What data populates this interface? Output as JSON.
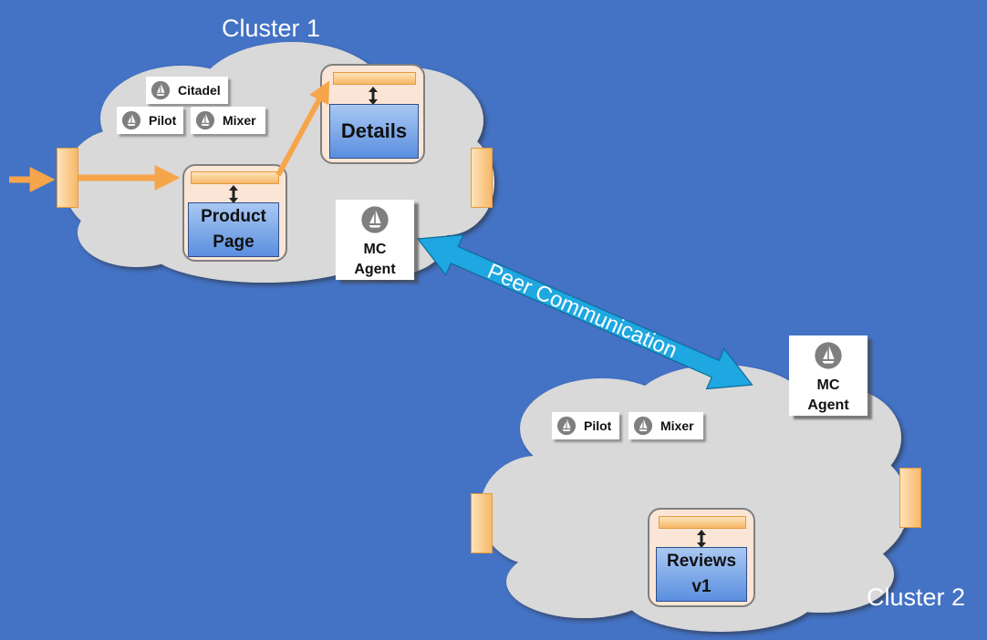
{
  "clusters": [
    {
      "title": "Cluster 1",
      "components": {
        "citadel": "Citadel",
        "pilot": "Pilot",
        "mixer": "Mixer"
      },
      "services": {
        "product_page": [
          "Product",
          "Page"
        ],
        "details": "Details"
      },
      "agent": [
        "MC",
        "Agent"
      ]
    },
    {
      "title": "Cluster 2",
      "components": {
        "pilot": "Pilot",
        "mixer": "Mixer"
      },
      "services": {
        "reviews": [
          "Reviews",
          "v1"
        ]
      },
      "agent": [
        "MC",
        "Agent"
      ]
    }
  ],
  "peer_link": {
    "label": "Peer Communication"
  },
  "colors": {
    "background": "#4472c4",
    "cloud": "#d9d9d9",
    "traffic_arrow": "#f7a54a",
    "peer_arrow": "#1ea7e1",
    "service_box": "#5a8fdf",
    "pod_fill": "#fbe5d6"
  },
  "icons": [
    "istio-sail-icon"
  ]
}
